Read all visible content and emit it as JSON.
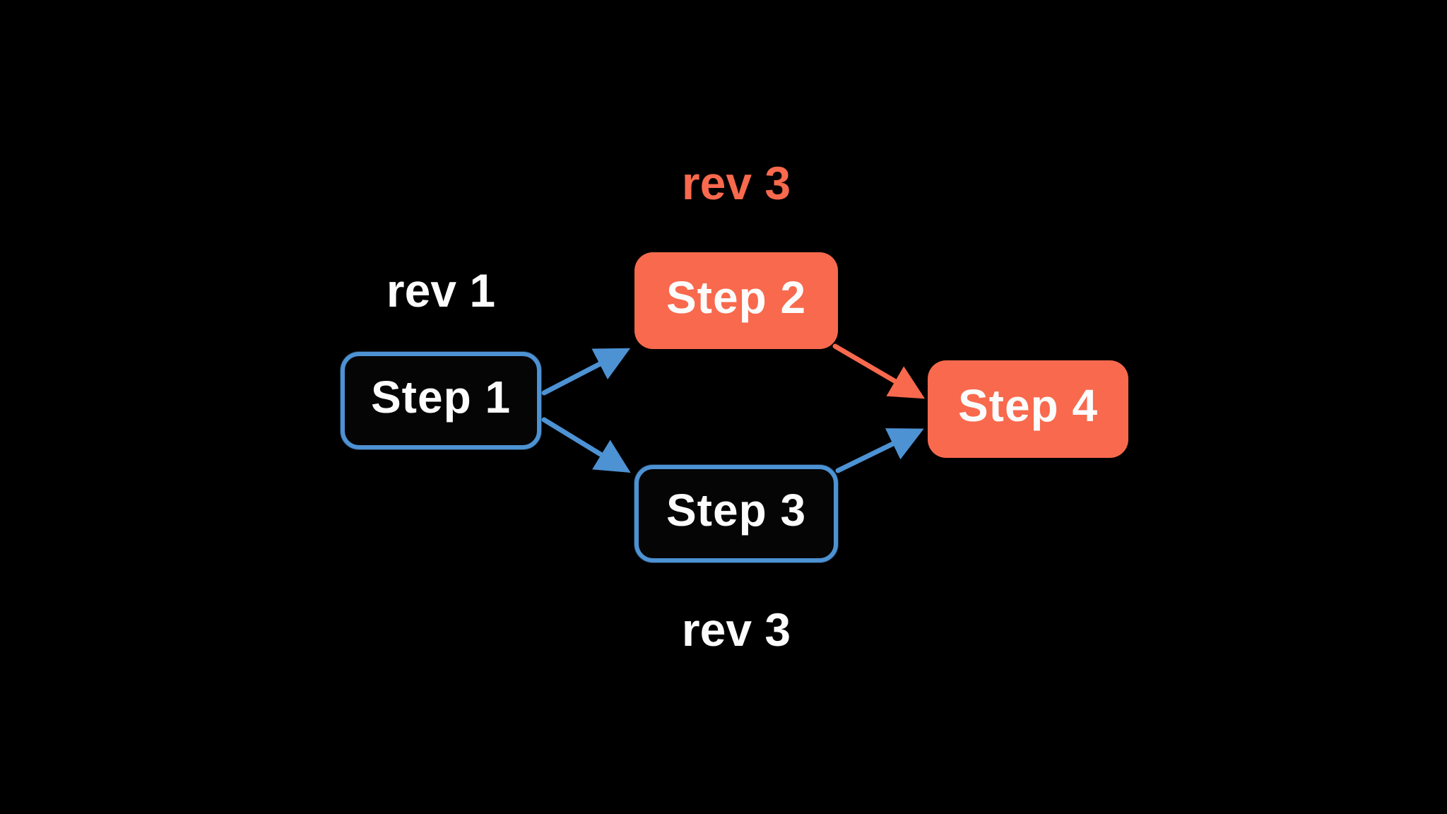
{
  "diagram": {
    "background": "#000000",
    "colors": {
      "accent_red": "#f8694d",
      "accent_blue": "#4d92d3",
      "text_white": "#fcfcfc",
      "box_dark": "#050505"
    },
    "nodes": [
      {
        "id": "step1",
        "label": "Step 1",
        "style": "outlined-blue"
      },
      {
        "id": "step2",
        "label": "Step 2",
        "style": "filled-red"
      },
      {
        "id": "step3",
        "label": "Step 3",
        "style": "outlined-blue"
      },
      {
        "id": "step4",
        "label": "Step 4",
        "style": "filled-red"
      }
    ],
    "annotations": [
      {
        "id": "rev3_top",
        "text": "rev 3",
        "color": "red",
        "position": "above-step2"
      },
      {
        "id": "rev1",
        "text": "rev 1",
        "color": "white",
        "position": "above-step1"
      },
      {
        "id": "rev3_bottom",
        "text": "rev 3",
        "color": "white",
        "position": "below-step3"
      }
    ],
    "edges": [
      {
        "from": "Step 1",
        "to": "Step 2",
        "color": "blue"
      },
      {
        "from": "Step 1",
        "to": "Step 3",
        "color": "blue"
      },
      {
        "from": "Step 2",
        "to": "Step 4",
        "color": "red"
      },
      {
        "from": "Step 3",
        "to": "Step 4",
        "color": "blue"
      }
    ]
  }
}
